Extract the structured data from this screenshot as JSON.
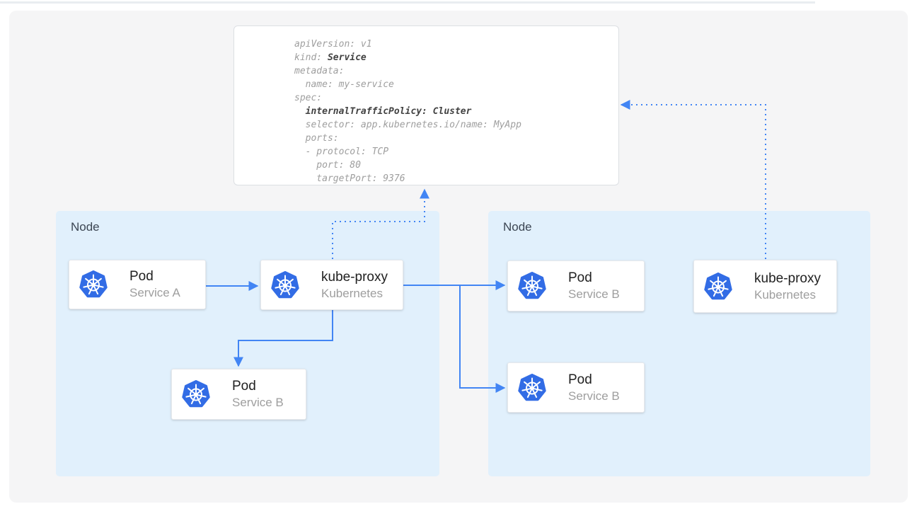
{
  "colors": {
    "accent_blue": "#4285f4",
    "kubernetes_blue": "#326ce5",
    "node_background": "#e1f0fc",
    "node_label": "#3c4653",
    "card_title": "#212121",
    "card_subtitle": "#9e9e9e",
    "code_normal": "#9e9e9e",
    "code_bold": "#424242",
    "panel_background": "#f5f5f6"
  },
  "code_block": {
    "lines": [
      {
        "segments": [
          {
            "text": "apiVersion: v1",
            "bold": false
          }
        ]
      },
      {
        "segments": [
          {
            "text": "kind: ",
            "bold": false
          },
          {
            "text": "Service",
            "bold": true
          }
        ]
      },
      {
        "segments": [
          {
            "text": "metadata:",
            "bold": false
          }
        ]
      },
      {
        "segments": [
          {
            "text": "  name: my-service",
            "bold": false
          }
        ]
      },
      {
        "segments": [
          {
            "text": "spec:",
            "bold": false
          }
        ]
      },
      {
        "segments": [
          {
            "text": "  ",
            "bold": false
          },
          {
            "text": "internalTrafficPolicy: Cluster",
            "bold": true
          }
        ]
      },
      {
        "segments": [
          {
            "text": "  selector: app.kubernetes.io/name: MyApp",
            "bold": false
          }
        ]
      },
      {
        "segments": [
          {
            "text": "  ports:",
            "bold": false
          }
        ]
      },
      {
        "segments": [
          {
            "text": "  - protocol: TCP",
            "bold": false
          }
        ]
      },
      {
        "segments": [
          {
            "text": "    port: 80",
            "bold": false
          }
        ]
      },
      {
        "segments": [
          {
            "text": "    targetPort: 9376",
            "bold": false
          }
        ]
      }
    ]
  },
  "nodes": [
    {
      "label": "Node"
    },
    {
      "label": "Node"
    }
  ],
  "cards": [
    {
      "title": "Pod",
      "subtitle": "Service A"
    },
    {
      "title": "kube-proxy",
      "subtitle": "Kubernetes"
    },
    {
      "title": "Pod",
      "subtitle": "Service B"
    },
    {
      "title": "Pod",
      "subtitle": "Service B"
    },
    {
      "title": "Pod",
      "subtitle": "Service B"
    },
    {
      "title": "kube-proxy",
      "subtitle": "Kubernetes"
    }
  ]
}
